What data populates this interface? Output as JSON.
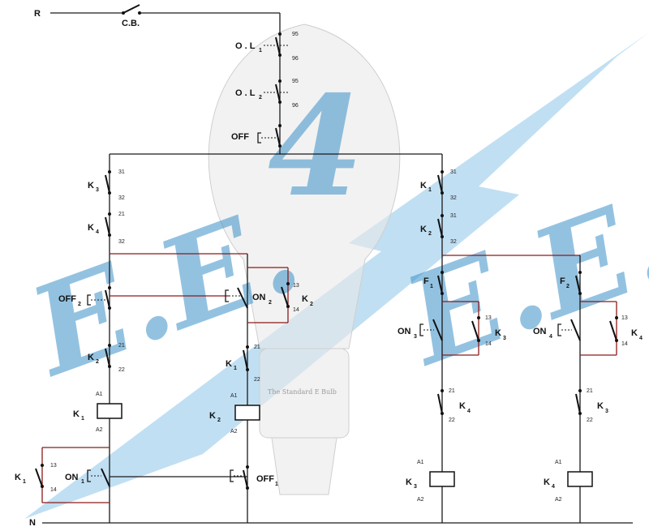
{
  "watermark": {
    "left_letters": "E.E.",
    "right_letters": "E.E.",
    "numeral": "4",
    "bulb_text": "The Standard E Bulb",
    "bolt_color": "#8cc5ea",
    "letter_color": "#3a8fc9"
  },
  "supply": {
    "phase": "R",
    "neutral": "N",
    "breaker": "C.B."
  },
  "overloads": [
    {
      "label": "O . L",
      "sub": "1",
      "pins": [
        "95",
        "96"
      ]
    },
    {
      "label": "O . L",
      "sub": "2",
      "pins": [
        "95",
        "96"
      ]
    }
  ],
  "master_stop": {
    "label": "OFF"
  },
  "interlocks": {
    "left": [
      {
        "label": "K",
        "sub": "3",
        "pins": [
          "31",
          "32"
        ]
      },
      {
        "label": "K",
        "sub": "4",
        "pins": [
          "21",
          "32"
        ]
      }
    ],
    "right": [
      {
        "label": "K",
        "sub": "1",
        "pins": [
          "31",
          "32"
        ]
      },
      {
        "label": "K",
        "sub": "2",
        "pins": [
          "31",
          "32"
        ]
      }
    ]
  },
  "rungs": [
    {
      "off": {
        "label": "OFF",
        "sub": "2"
      },
      "on": {
        "label": "ON",
        "sub": "2"
      },
      "holding": {
        "label": "K",
        "sub": "2",
        "pins": [
          "13",
          "14"
        ]
      },
      "nc": {
        "label": "K",
        "sub": "2",
        "pins": [
          "21",
          "22"
        ]
      },
      "coil": {
        "label": "K",
        "sub": "1",
        "pins": [
          "A1",
          "A2"
        ]
      }
    },
    {
      "nc": {
        "label": "K",
        "sub": "1",
        "pins": [
          "21",
          "22"
        ]
      },
      "coil": {
        "label": "K",
        "sub": "2",
        "pins": [
          "A1",
          "A2"
        ]
      },
      "off": {
        "label": "OFF",
        "sub": "1"
      }
    },
    {
      "limit": {
        "label": "F",
        "sub": "1"
      },
      "on": {
        "label": "ON",
        "sub": "3"
      },
      "holding": {
        "label": "K",
        "sub": "3",
        "pins": [
          "13",
          "14"
        ]
      },
      "nc": {
        "label": "K",
        "sub": "4",
        "pins": [
          "21",
          "22"
        ]
      },
      "coil": {
        "label": "K",
        "sub": "3",
        "pins": [
          "A1",
          "A2"
        ]
      }
    },
    {
      "limit": {
        "label": "F",
        "sub": "2"
      },
      "on": {
        "label": "ON",
        "sub": "4"
      },
      "holding": {
        "label": "K",
        "sub": "4",
        "pins": [
          "13",
          "14"
        ]
      },
      "nc": {
        "label": "K",
        "sub": "3",
        "pins": [
          "21",
          "22"
        ]
      },
      "coil": {
        "label": "K",
        "sub": "4",
        "pins": [
          "A1",
          "A2"
        ]
      }
    }
  ],
  "bottom_start": {
    "on": {
      "label": "ON",
      "sub": "1"
    },
    "holding": {
      "label": "K",
      "sub": "1",
      "pins": [
        "13",
        "14"
      ]
    }
  }
}
